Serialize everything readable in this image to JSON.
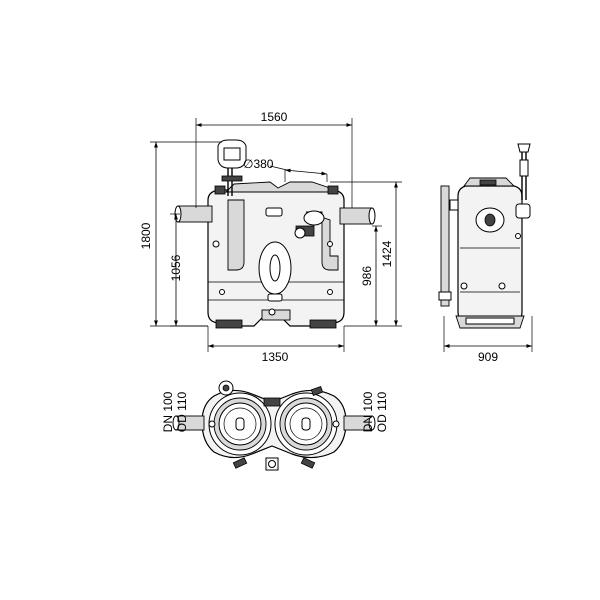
{
  "dimensions": {
    "width_total": "1560",
    "diameter": "∅380",
    "height_total": "1800",
    "height_inlet": "1056",
    "height_outlet": "986",
    "height_body": "1424",
    "width_base": "1350",
    "depth_side": "909"
  },
  "pipes": {
    "left_dn": "DN 100",
    "left_od": "OD 110",
    "right_dn": "DN 100",
    "right_od": "OD 110"
  }
}
